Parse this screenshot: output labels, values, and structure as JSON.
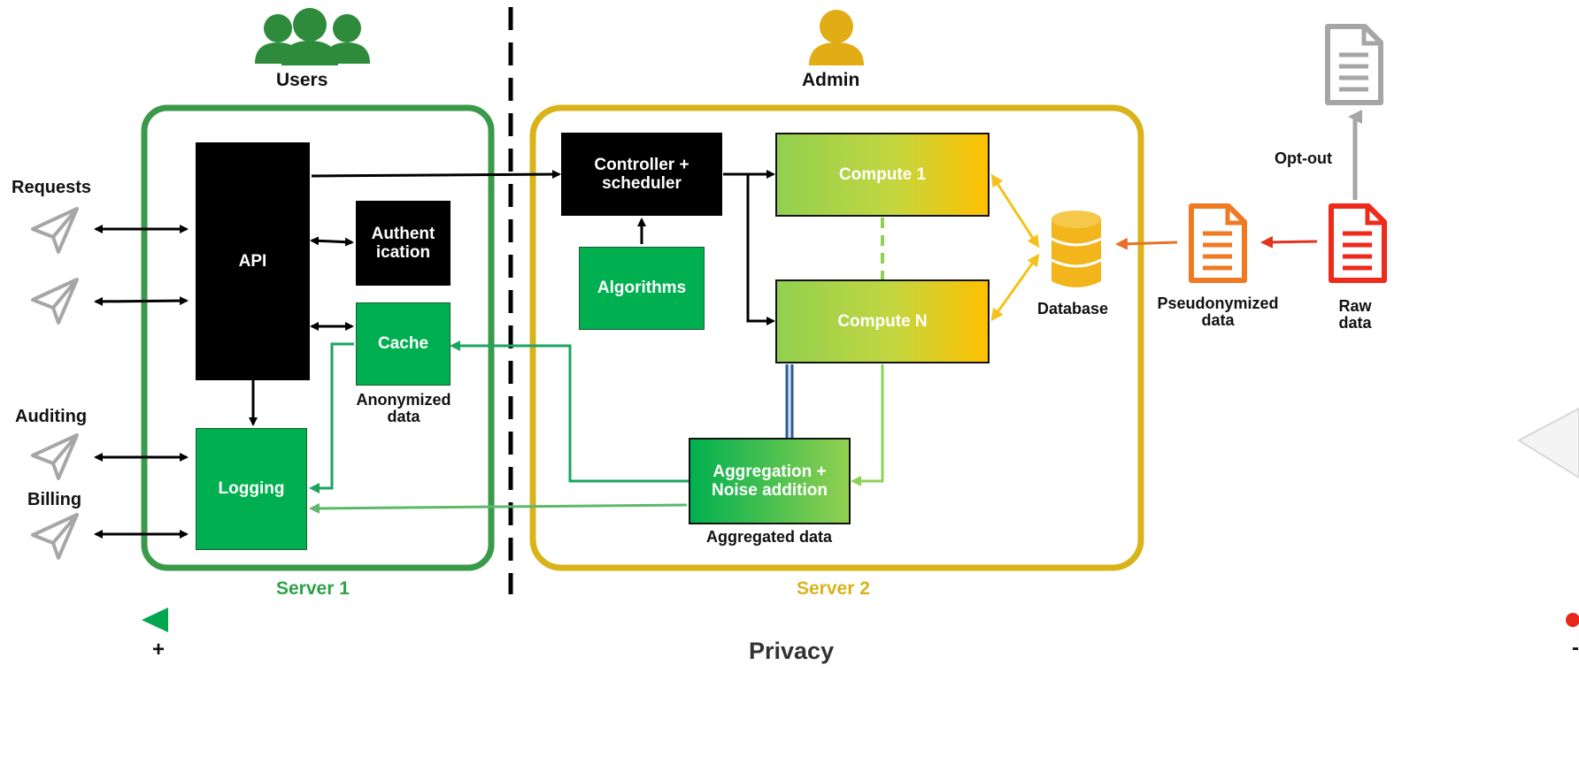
{
  "roles": {
    "users": "Users",
    "admin": "Admin"
  },
  "servers": {
    "server1": "Server 1",
    "server2": "Server 2"
  },
  "left_labels": {
    "requests": "Requests",
    "auditing": "Auditing",
    "billing": "Billing"
  },
  "blocks": {
    "api": "API",
    "authentication": "Authent\nication",
    "cache": "Cache",
    "logging": "Logging",
    "controller": "Controller +\nscheduler",
    "algorithms": "Algorithms",
    "compute1": "Compute 1",
    "computeN": "Compute N",
    "aggregation": "Aggregation +\nNoise addition",
    "database": "Database"
  },
  "data_labels": {
    "anonymized": "Anonymized\ndata",
    "aggregated": "Aggregated data",
    "pseudonymized": "Pseudonymized\ndata",
    "raw": "Raw\ndata",
    "opt_out": "Opt-out"
  },
  "privacy": {
    "label": "Privacy",
    "plus": "+",
    "minus": "-"
  },
  "colors": {
    "server1": "#3a9a4a",
    "server2": "#d8b31a",
    "green_block": "#00b050",
    "db": "#f2b51c",
    "orange_doc": "#f07a22",
    "red_doc": "#ee2a1a",
    "grey": "#a6a6a6"
  },
  "icons": [
    "users-group-icon",
    "admin-person-icon",
    "send-icon",
    "database-icon",
    "document-icon"
  ]
}
